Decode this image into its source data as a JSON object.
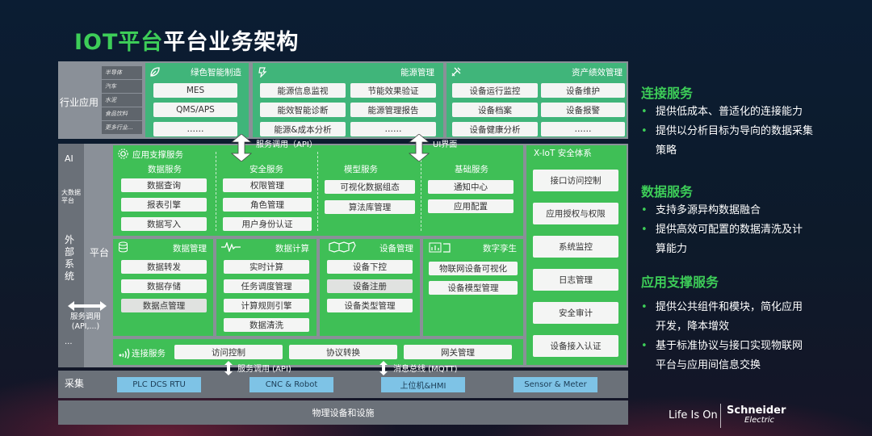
{
  "title": {
    "part1": "IOT平台",
    "part2": "平台业务架构"
  },
  "industry": {
    "label": "行业应用",
    "sectors": [
      "半导体",
      "汽车",
      "水泥",
      "食品饮料",
      "更多行业..."
    ],
    "green": {
      "header": "绿色智能制造",
      "items": [
        "MES",
        "QMS/APS",
        "……"
      ]
    },
    "energy": {
      "header": "能源管理",
      "items": [
        "能源信息监视",
        "节能效果验证",
        "能效智能诊断",
        "能源管理报告",
        "能源&成本分析",
        "……"
      ]
    },
    "asset": {
      "header": "资产绩效管理",
      "items": [
        "设备运行监控",
        "设备维护",
        "设备档案",
        "设备报警",
        "设备健康分析",
        "……"
      ]
    }
  },
  "left": {
    "ai": "AI",
    "bigdata": "大数据\n平台",
    "external": "外\n部\n系\n统",
    "svc": "服务调用\n(API,...)",
    "more": "..."
  },
  "platform_label": "平台",
  "arrows": {
    "svc_api": "服务调用（API）",
    "ui": "UI界面",
    "svc_api2": "服务调用 (API)",
    "mqtt": "消息总线 (MQTT)"
  },
  "app_support": {
    "header": "应用支撑服务",
    "data": {
      "header": "数据服务",
      "items": [
        "数据查询",
        "报表引擎",
        "数据写入"
      ]
    },
    "security": {
      "header": "安全服务",
      "items": [
        "权限管理",
        "角色管理",
        "用户身份认证"
      ]
    },
    "model": {
      "header": "模型服务",
      "items": [
        "可视化数据组态",
        "算法库管理"
      ]
    },
    "base": {
      "header": "基础服务",
      "items": [
        "通知中心",
        "应用配置"
      ]
    }
  },
  "data_mgmt": {
    "header": "数据管理",
    "items": [
      "数据转发",
      "数据存储",
      "数据点管理"
    ]
  },
  "data_calc": {
    "header": "数据计算",
    "items": [
      "实时计算",
      "任务调度管理",
      "计算规则引擎",
      "数据清洗"
    ]
  },
  "device_mgmt": {
    "header": "设备管理",
    "items": [
      "设备下控",
      "设备注册",
      "设备类型管理"
    ]
  },
  "twin": {
    "header": "数字孪生",
    "items": [
      "物联网设备可视化",
      "设备模型管理"
    ]
  },
  "connect": {
    "header": "连接服务",
    "items": [
      "访问控制",
      "协议转换",
      "网关管理"
    ]
  },
  "xiot": {
    "header": "X-IoT 安全体系",
    "items": [
      "接口访问控制",
      "应用授权与权限",
      "系统监控",
      "日志管理",
      "安全审计",
      "设备接入认证"
    ]
  },
  "collect": {
    "label": "采集",
    "items": [
      "PLC DCS RTU",
      "CNC & Robot",
      "上位机&HMI",
      "Sensor & Meter"
    ]
  },
  "physical": "物理设备和设施",
  "right": [
    {
      "title": "连接服务",
      "bullets": [
        "提供低成本、普适化的连接能力",
        "提供以分析目标为导向的数据采集\n策略"
      ]
    },
    {
      "title": "数据服务",
      "bullets": [
        "支持多源异构数据融合",
        "提供高效可配置的数据清洗及计\n算能力"
      ]
    },
    {
      "title": "应用支撑服务",
      "bullets": [
        "提供公共组件和模块，简化应用\n开发，降本增效",
        "基于标准协议与接口实现物联网\n平台与应用间信息交换"
      ]
    }
  ],
  "brand": {
    "lifeison": "Life Is On",
    "name": "Schneider",
    "sub": "Electric"
  },
  "colors": {
    "accent": "#3dcd58",
    "panel": "#3fbf56",
    "frame": "#8a9098",
    "cyan": "#7ec3e6"
  }
}
